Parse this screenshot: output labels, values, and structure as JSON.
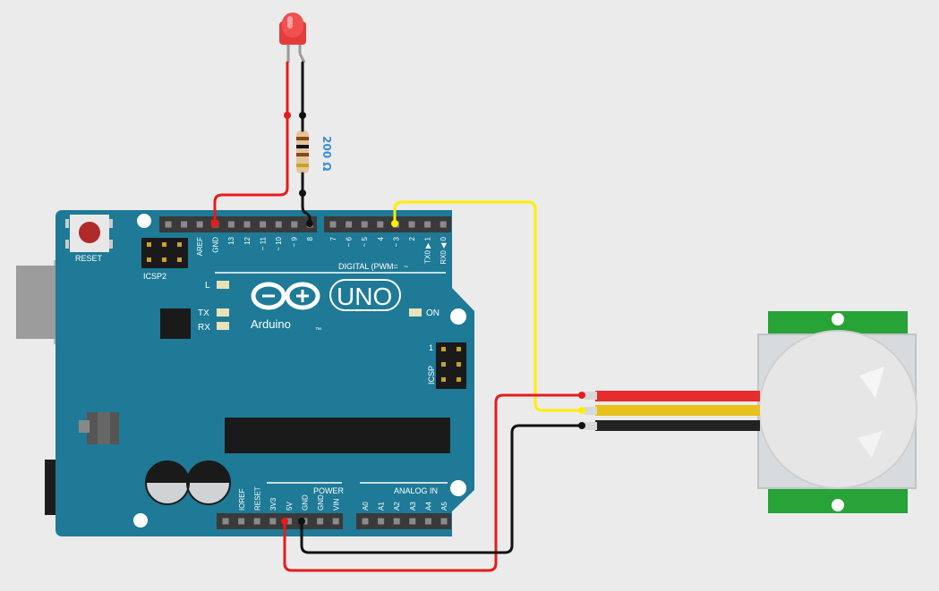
{
  "resistor": {
    "value_label": "200 Ω"
  },
  "board": {
    "brand": "Arduino",
    "model": "UNO",
    "trademark": "™",
    "reset_label": "RESET",
    "icsp2_label": "ICSP2",
    "icsp_label": "ICSP",
    "icsp_pin1": "1",
    "led_l": "L",
    "led_tx": "TX",
    "led_rx": "RX",
    "led_on": "ON",
    "digital_header_label": "DIGITAL (PWM= ",
    "pwm_symbol": "~",
    "power_label": "POWER",
    "analog_label": "ANALOG IN",
    "top_pin_labels": [
      "AREF",
      "GND",
      "13",
      "12",
      "~ 11",
      "~ 10",
      "~ 9",
      "8",
      "7",
      "~ 6",
      "~ 5",
      "4",
      "~ 3",
      "2",
      "TX0 ▶ 1",
      "RX0 ◀ 0"
    ],
    "power_pin_labels": [
      "IOREF",
      "RESET",
      "3V3",
      "5V",
      "GND",
      "GND",
      "VIN"
    ],
    "analog_pin_labels": [
      "A0",
      "A1",
      "A2",
      "A3",
      "A4",
      "A5"
    ]
  },
  "colors": {
    "board": "#1e7a96",
    "wire_red": "#e51c1c",
    "wire_black": "#111111",
    "wire_yellow": "#ffee00",
    "pir_green": "#27a337"
  }
}
